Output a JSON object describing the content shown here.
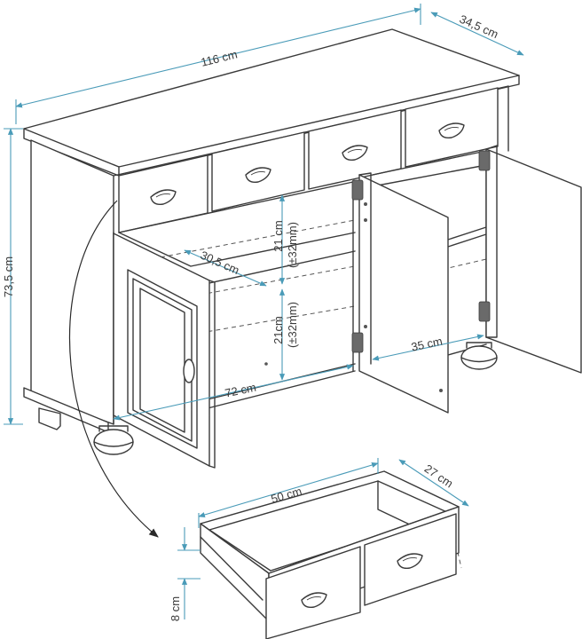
{
  "labels": {
    "width_total": "116 cm",
    "depth_total": "34,5 cm",
    "height_total": "73,5 cm",
    "shelf_depth": "30,5 cm",
    "upper_compartment": "21 cm",
    "upper_compartment_tol": "(±32mm)",
    "lower_compartment": "21cm",
    "lower_compartment_tol": "(±32mm)",
    "inner_width_left": "72 cm",
    "inner_width_right": "35 cm",
    "drawer_width": "50 cm",
    "drawer_depth": "27 cm",
    "drawer_height": "8 cm"
  },
  "colors": {
    "outline": "#3a3a3a",
    "dimension": "#4a9bb8"
  }
}
